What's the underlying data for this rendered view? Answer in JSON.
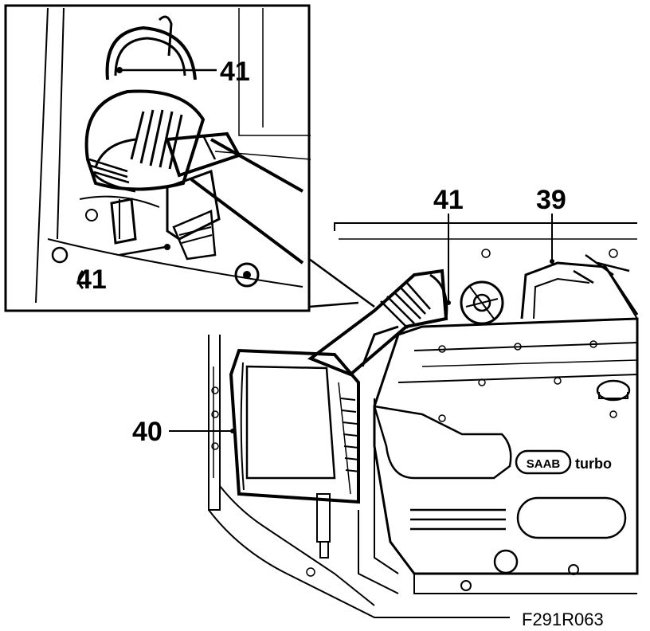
{
  "diagram": {
    "callouts": {
      "inset_top": "41",
      "inset_bottom": "41",
      "main_pipe": "41",
      "intake": "39",
      "air_filter": "40"
    },
    "engine_badge": {
      "brand": "SAAB",
      "model": "turbo"
    },
    "figure_ref": "F291R063"
  },
  "colors": {
    "ink": "#000000",
    "paper": "#ffffff"
  }
}
